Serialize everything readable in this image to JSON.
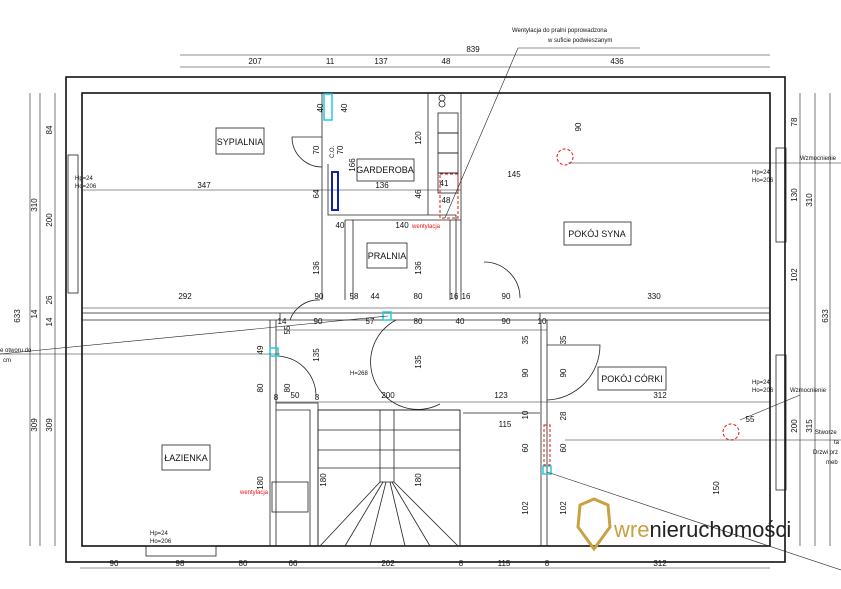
{
  "annotations": {
    "vent_top_1": "Wentylacja do pralni poprowadzona",
    "vent_top_2": "w suficie podwieszanym",
    "reinforcement_1": "Wzmocnienie",
    "reinforcement_2": "Wzmocnienie",
    "right_note_1": "Stworze",
    "right_note_2": "ta",
    "right_note_3": "Drzwi prz",
    "right_note_4": "meb",
    "left_note_1": "e otworu do",
    "left_note_2": "cm",
    "ventilation_1": "wentylacja",
    "ventilation_2": "wentylacja",
    "height": "H=268",
    "co": "C.O."
  },
  "rooms": {
    "bedroom": "SYPIALNIA",
    "wardrobe": "GARDEROBA",
    "laundry": "PRALNIA",
    "son_room": "POKÓJ SYNA",
    "daughter_room": "POKÓJ CÓRKI",
    "bathroom": "ŁAZIENKA"
  },
  "windows": {
    "hp": "Hp=24",
    "ho": "Ho=206"
  },
  "dims_top": [
    "839",
    "207",
    "11",
    "137",
    "48",
    "436"
  ],
  "dims_bottom": [
    "90",
    "98",
    "80",
    "66",
    "202",
    "8",
    "115",
    "8",
    "312"
  ],
  "dims_left": [
    "84",
    "310",
    "200",
    "633",
    "26",
    "14",
    "14",
    "309",
    "309"
  ],
  "dims_right": [
    "78",
    "130",
    "102",
    "310",
    "633",
    "200",
    "315"
  ],
  "dims_inner": [
    "347",
    "136",
    "41",
    "48",
    "145",
    "90",
    "140",
    "40",
    "120",
    "166",
    "70",
    "70",
    "40",
    "40",
    "64",
    "46",
    "136",
    "136",
    "292",
    "90",
    "58",
    "44",
    "80",
    "16",
    "16",
    "90",
    "330",
    "14",
    "90",
    "57",
    "80",
    "40",
    "90",
    "10",
    "49",
    "55",
    "135",
    "135",
    "80",
    "80",
    "8",
    "50",
    "8",
    "200",
    "123",
    "312",
    "90",
    "90",
    "115",
    "10",
    "28",
    "60",
    "60",
    "180",
    "180",
    "180",
    "102",
    "102",
    "150",
    "55",
    "35",
    "35"
  ],
  "logo": {
    "part1": "wre",
    "part2": "nieruchomości"
  },
  "colors": {
    "wall": "#111111",
    "accent_red": "#ee1111",
    "cyan": "#22ccdd",
    "blue": "#1122aa",
    "logo_gold": "#c9a042"
  }
}
